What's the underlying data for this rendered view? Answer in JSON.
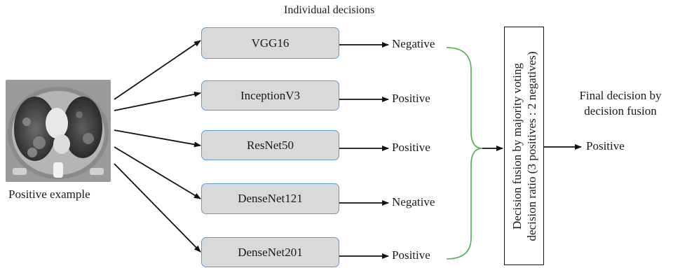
{
  "header": {
    "individual_decisions": "Individual decisions"
  },
  "input": {
    "label": "Positive example"
  },
  "models": [
    {
      "name": "VGG16",
      "decision": "Negative"
    },
    {
      "name": "InceptionV3",
      "decision": "Positive"
    },
    {
      "name": "ResNet50",
      "decision": "Positive"
    },
    {
      "name": "DenseNet121",
      "decision": "Negative"
    },
    {
      "name": "DenseNet201",
      "decision": "Positive"
    }
  ],
  "fusion": {
    "line1": "Decision fusion by majority voting",
    "line2": "decision ratio (3 positives : 2 negatives)"
  },
  "final": {
    "title_line1": "Final decision by",
    "title_line2": "decision fusion",
    "decision": "Positive"
  },
  "colors": {
    "box_fill": "#d9d9d9",
    "box_border": "#5b9bd5",
    "brace": "#4caf50",
    "arrow": "#111111"
  }
}
